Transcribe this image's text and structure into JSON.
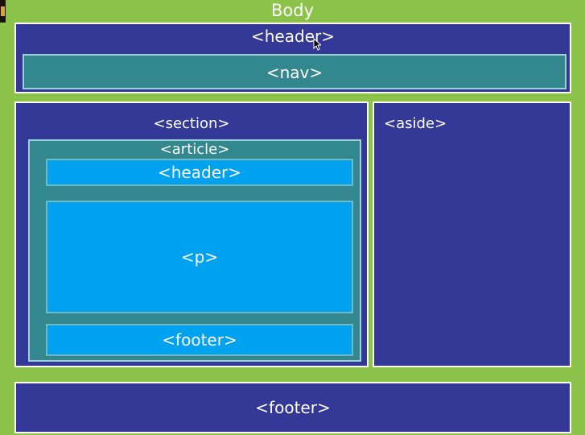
{
  "body": {
    "label": "Body"
  },
  "page_header": {
    "label": "<header>",
    "nav": {
      "label": "<nav>"
    }
  },
  "section": {
    "label": "<section>",
    "article": {
      "label": "<article>",
      "header": {
        "label": "<header>"
      },
      "paragraph": {
        "label": "<p>"
      },
      "footer": {
        "label": "<footer>"
      }
    }
  },
  "aside": {
    "label": "<aside>"
  },
  "page_footer": {
    "label": "<footer>"
  },
  "colors": {
    "body_bg": "#8bc34a",
    "container_navy": "#343896",
    "article_teal": "#33878f",
    "inner_blue": "#00a1ef",
    "text": "#ffffff"
  }
}
